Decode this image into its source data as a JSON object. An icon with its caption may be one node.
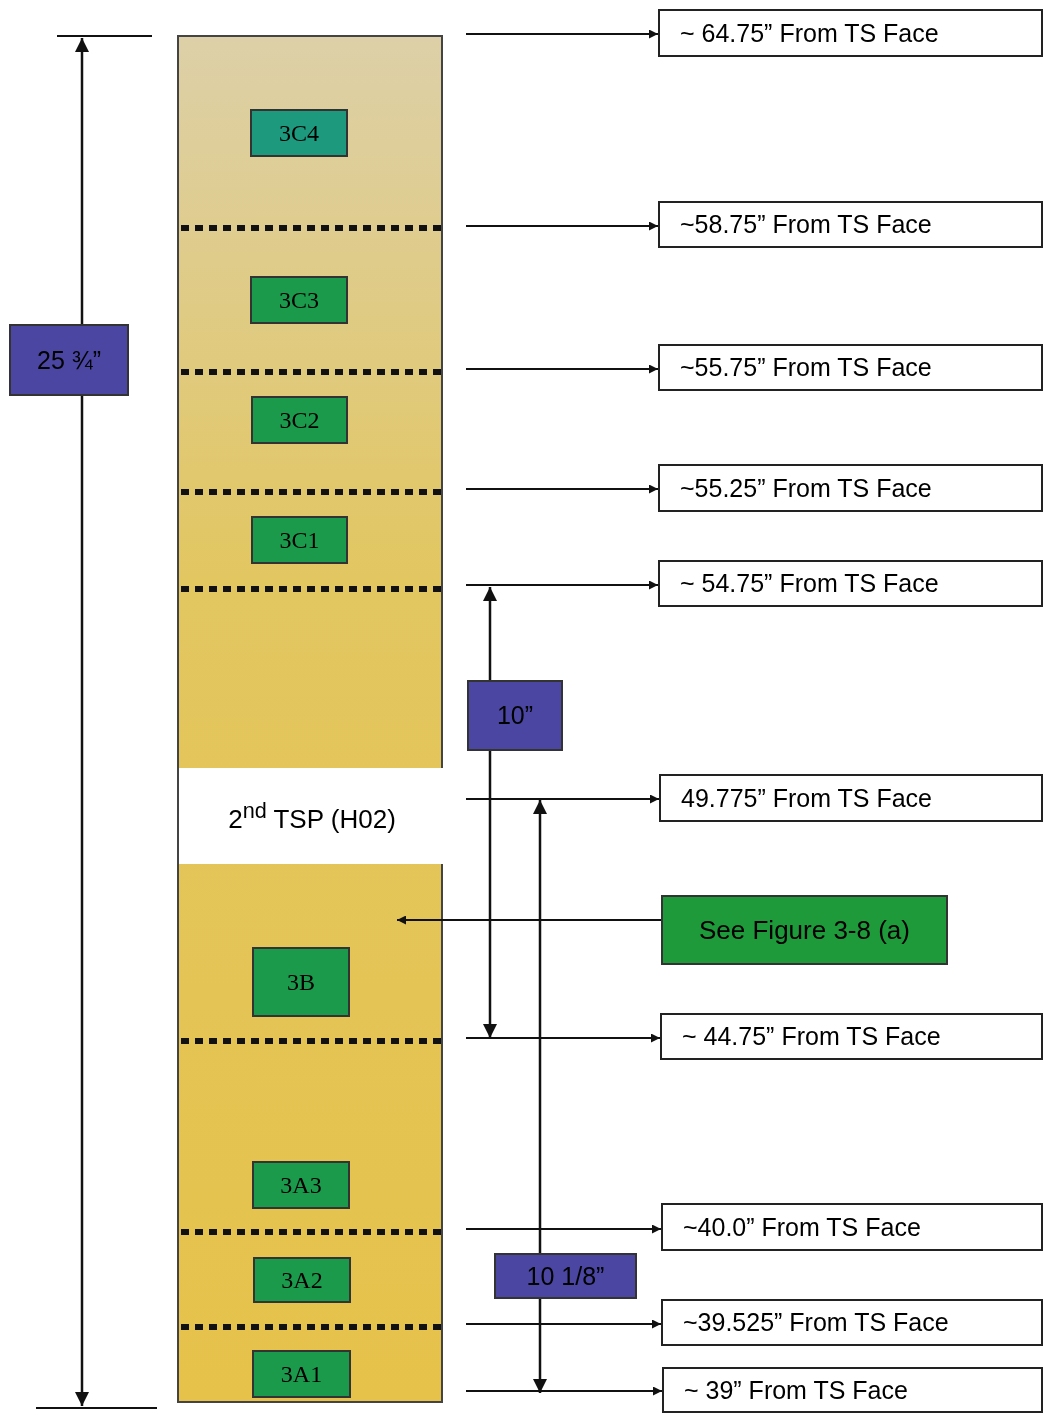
{
  "diagram": {
    "nodes": [
      {
        "text": [],
        "shape": "bar"
      },
      {
        "text": [
          "3C4"
        ],
        "in": 0
      },
      {
        "text": [
          "3C3"
        ],
        "in": 0
      },
      {
        "text": [
          "3C2"
        ],
        "in": 0
      },
      {
        "text": [
          "3C1"
        ],
        "in": 0
      },
      {
        "text": [
          "2$^{nd}$ TSP (H02)"
        ],
        "in": 0
      },
      {
        "text": [
          "3B"
        ],
        "in": 0
      },
      {
        "text": [
          "3A3"
        ],
        "in": 0
      },
      {
        "text": [
          "3A2"
        ],
        "in": 0
      },
      {
        "text": [
          "3A1"
        ],
        "in": 0
      },
      {
        "text": [
          "~ 64.75” From TS Face"
        ]
      },
      {
        "text": [
          "~58.75” From TS Face"
        ]
      },
      {
        "text": [
          "~55.75” From TS Face"
        ]
      },
      {
        "text": [
          "~55.25” From TS Face"
        ]
      },
      {
        "text": [
          "~ 54.75” From TS Face"
        ]
      },
      {
        "text": [
          "49.775” From TS Face"
        ]
      },
      {
        "text": [
          "~ 44.75” From TS Face"
        ]
      },
      {
        "text": [
          "~40.0” From TS Face"
        ]
      },
      {
        "text": [
          "~39.525” From TS Face"
        ]
      },
      {
        "text": [
          "~ 39” From TS Face"
        ]
      },
      {
        "text": [
          "See Figure 3-8 (a)"
        ]
      },
      {
        "text": [
          "25 ¾”"
        ]
      },
      {
        "text": [
          "10”"
        ]
      },
      {
        "text": [
          "10 1/8”"
        ]
      }
    ],
    "edges": [
      {
        "from": null,
        "to": 10,
        "arrow": "to"
      },
      {
        "from": null,
        "to": 11,
        "arrow": "to"
      },
      {
        "from": null,
        "to": 12,
        "arrow": "to"
      },
      {
        "from": null,
        "to": 13,
        "arrow": "to"
      },
      {
        "from": null,
        "to": 14,
        "arrow": "to"
      },
      {
        "from": null,
        "to": 15,
        "arrow": "to"
      },
      {
        "from": null,
        "to": 16,
        "arrow": "to"
      },
      {
        "from": null,
        "to": 17,
        "arrow": "to"
      },
      {
        "from": null,
        "to": 18,
        "arrow": "to"
      },
      {
        "from": null,
        "to": 19,
        "arrow": "to"
      },
      {
        "from": 20,
        "to": 0,
        "arrow": "to"
      }
    ]
  }
}
